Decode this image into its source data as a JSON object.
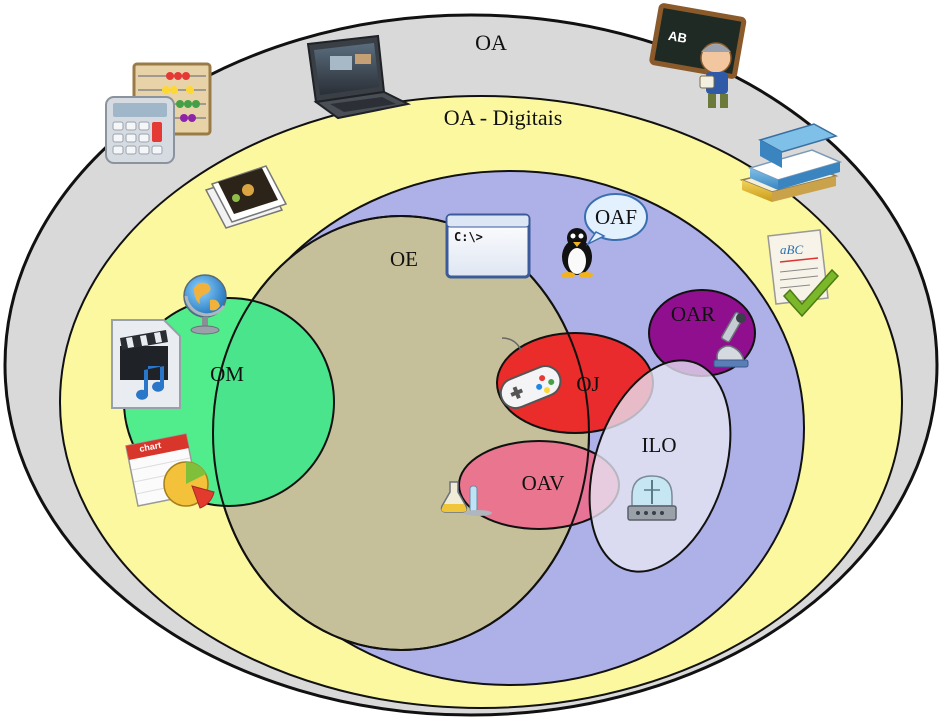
{
  "diagram": {
    "labels": {
      "oa": "OA",
      "oa_digitais": "OA - Digitais",
      "oe": "OE",
      "oaf": "OAF",
      "oar": "OAR",
      "om": "OM",
      "oj": "OJ",
      "ilo": "ILO",
      "oav": "OAV"
    },
    "icon_texts": {
      "command_prompt": "C:\\>",
      "chart": "chart",
      "chalkboard": "AB",
      "abc_paper": "aBC"
    },
    "colors": {
      "oa": "#d9d9d9",
      "oa_digitais": "#fbf8a0",
      "oaf_region": "#aeb0e8",
      "oe": "#c5c09a",
      "om": "#33ea88",
      "oj": "#ec2424",
      "oav": "#ec6f8e",
      "oar": "#8f0f8f",
      "ilo": "#e7e5f4",
      "outline": "#111111"
    },
    "icons": [
      "abacus-icon",
      "calculator-icon",
      "laptop-icon",
      "teacher-chalkboard-icon",
      "photo-stack-icon",
      "command-prompt-icon",
      "penguin-icon",
      "books-icon",
      "abc-paper-check-icon",
      "globe-icon",
      "media-file-icon",
      "chart-calendar-icon",
      "microscope-icon",
      "gamepad-icon",
      "flask-icon",
      "lab-machine-icon"
    ]
  }
}
